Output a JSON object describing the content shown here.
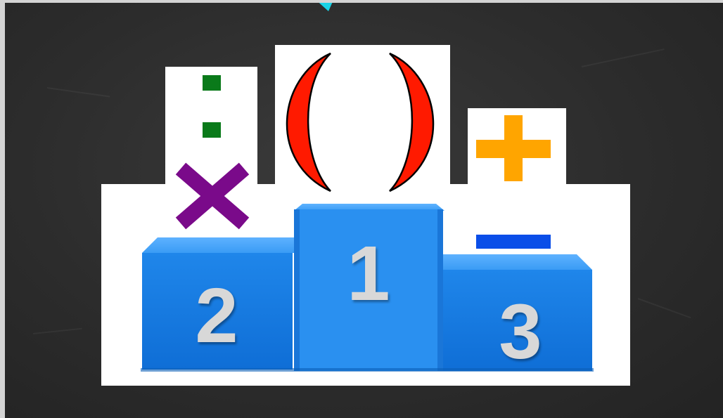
{
  "podium": {
    "first": {
      "label": "1"
    },
    "second": {
      "label": "2"
    },
    "third": {
      "label": "3"
    }
  },
  "symbols": {
    "division": "division-icon",
    "multiplication": "multiplication-icon",
    "parentheses": "parentheses-icon",
    "addition": "plus-icon",
    "subtraction": "minus-icon"
  },
  "colors": {
    "chalkboard": "#2e2e2e",
    "podium_blue": "#2a8ae8",
    "parentheses": "#ff1a00",
    "division": "#0a7a1a",
    "multiplication": "#7a0a8a",
    "plus": "#ffa500",
    "minus": "#0a4ee8",
    "pointer": "#19d3e6"
  }
}
